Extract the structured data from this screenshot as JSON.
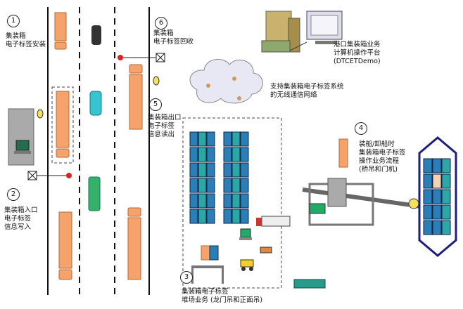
{
  "colors": {
    "truck_orange": "#f5a26b",
    "car_teal": "#35c4d0",
    "car_green": "#35b06a",
    "container_blue": "#2a7fb8",
    "container_teal": "#2aa8a8",
    "ship_hull": "#1f1f7a",
    "cloud": "#e8e8f4"
  },
  "steps": [
    {
      "number": "1",
      "lines": [
        "集装箱",
        "电子标签安装"
      ]
    },
    {
      "number": "2",
      "lines": [
        "集装箱入口",
        "电子标签",
        "信息写入"
      ]
    },
    {
      "number": "3",
      "lines": [
        "集装箱电子标签",
        "堆场业务 (龙门吊和正面吊)"
      ]
    },
    {
      "number": "4",
      "lines": [
        "装船/卸船时",
        "集装箱电子标签",
        "操作业务流程",
        "(桥吊和门机)"
      ]
    },
    {
      "number": "5",
      "lines": [
        "集装箱出口",
        "电子标签",
        "信息读出"
      ]
    },
    {
      "number": "6",
      "lines": [
        "集装箱",
        "电子标签回收"
      ]
    }
  ],
  "platform": {
    "lines": [
      "港口集装箱业务",
      "计算机操作平台",
      "(DTCETDemo)"
    ]
  },
  "network": {
    "lines": [
      "支持集装箱电子标签系统",
      "的无线通信网络"
    ]
  },
  "icons": [
    "building-icon",
    "computer-icon",
    "truck-icon",
    "car-icon",
    "cloud-icon",
    "antenna-icon",
    "rfid-reader-icon",
    "ship-icon",
    "crane-icon",
    "forklift-icon",
    "container-stack-icon"
  ]
}
